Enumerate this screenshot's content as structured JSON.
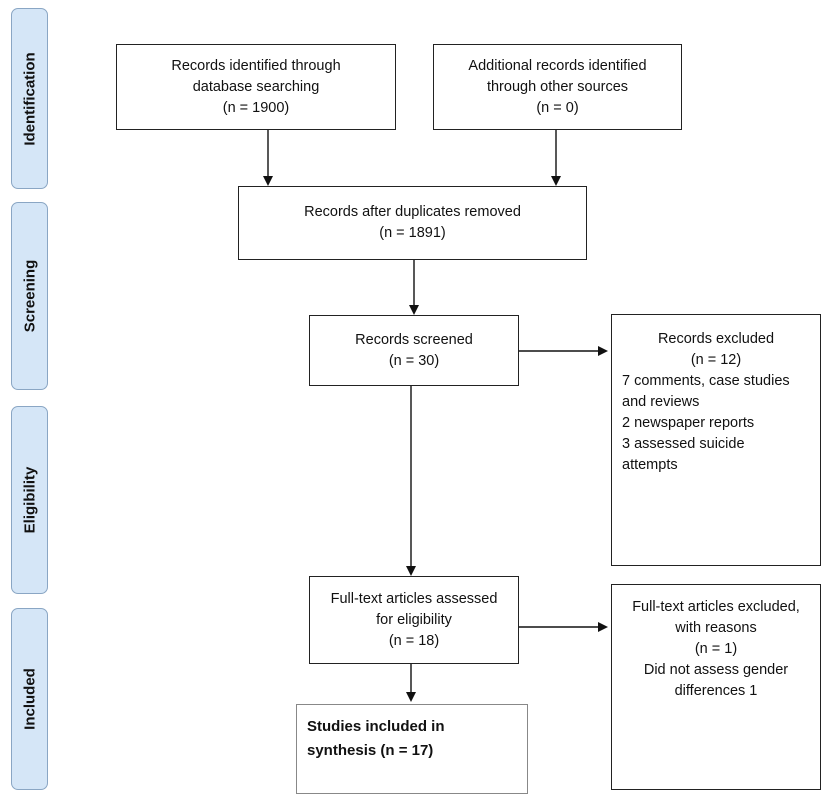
{
  "phases": [
    {
      "label": "Identification"
    },
    {
      "label": "Screening"
    },
    {
      "label": "Eligibility"
    },
    {
      "label": "Included"
    }
  ],
  "boxes": {
    "database": {
      "lines": [
        "Records identified through",
        "database searching",
        "(n = 1900)"
      ]
    },
    "other_sources": {
      "lines": [
        "Additional records identified",
        "through other sources",
        "(n = 0)"
      ]
    },
    "after_duplicates": {
      "lines": [
        "Records after duplicates removed",
        "(n = 1891)"
      ]
    },
    "screened": {
      "lines": [
        "Records screened",
        "(n = 30)"
      ]
    },
    "excluded": {
      "lines": [
        "Records excluded",
        "(n = 12)",
        "7 comments, case studies",
        "and reviews",
        "2 newspaper reports",
        "3 assessed suicide",
        "attempts"
      ]
    },
    "fulltext": {
      "lines": [
        "Full-text articles assessed",
        "for eligibility",
        "(n = 18)"
      ]
    },
    "fulltext_excluded": {
      "lines": [
        "Full-text articles excluded,",
        "with reasons",
        "(n = 1)",
        "Did not assess gender",
        "differences 1"
      ]
    },
    "included": {
      "lines": [
        "Studies included in",
        "synthesis (n = 17)"
      ]
    }
  }
}
